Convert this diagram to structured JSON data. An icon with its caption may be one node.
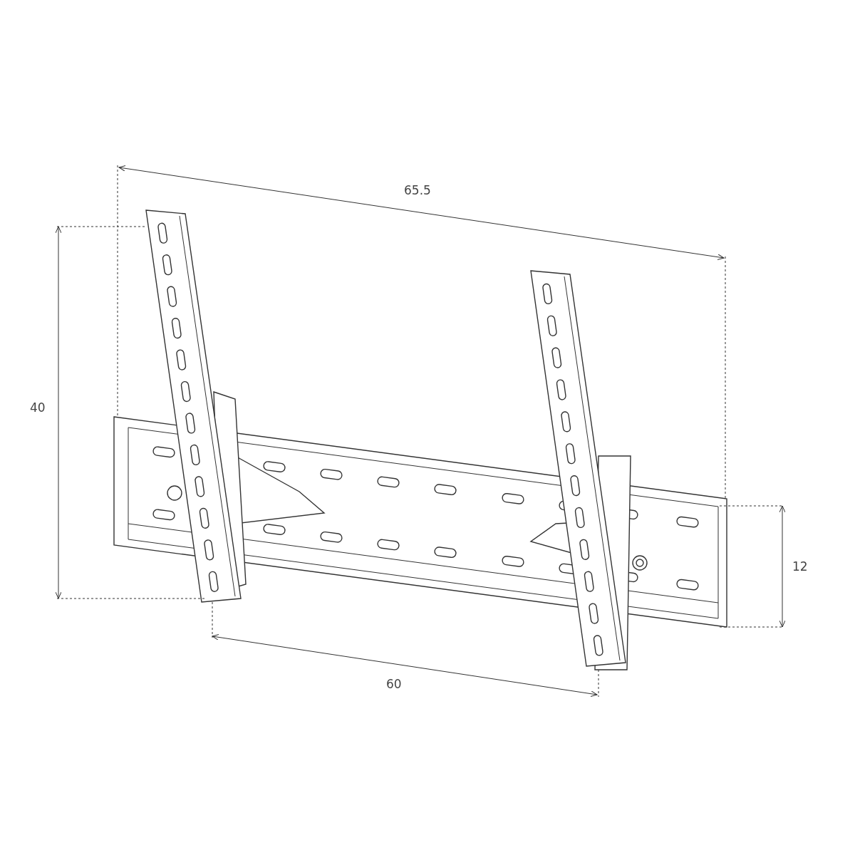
{
  "diagram": {
    "labels": [
      "65.5",
      "40",
      "12",
      "60"
    ]
  }
}
